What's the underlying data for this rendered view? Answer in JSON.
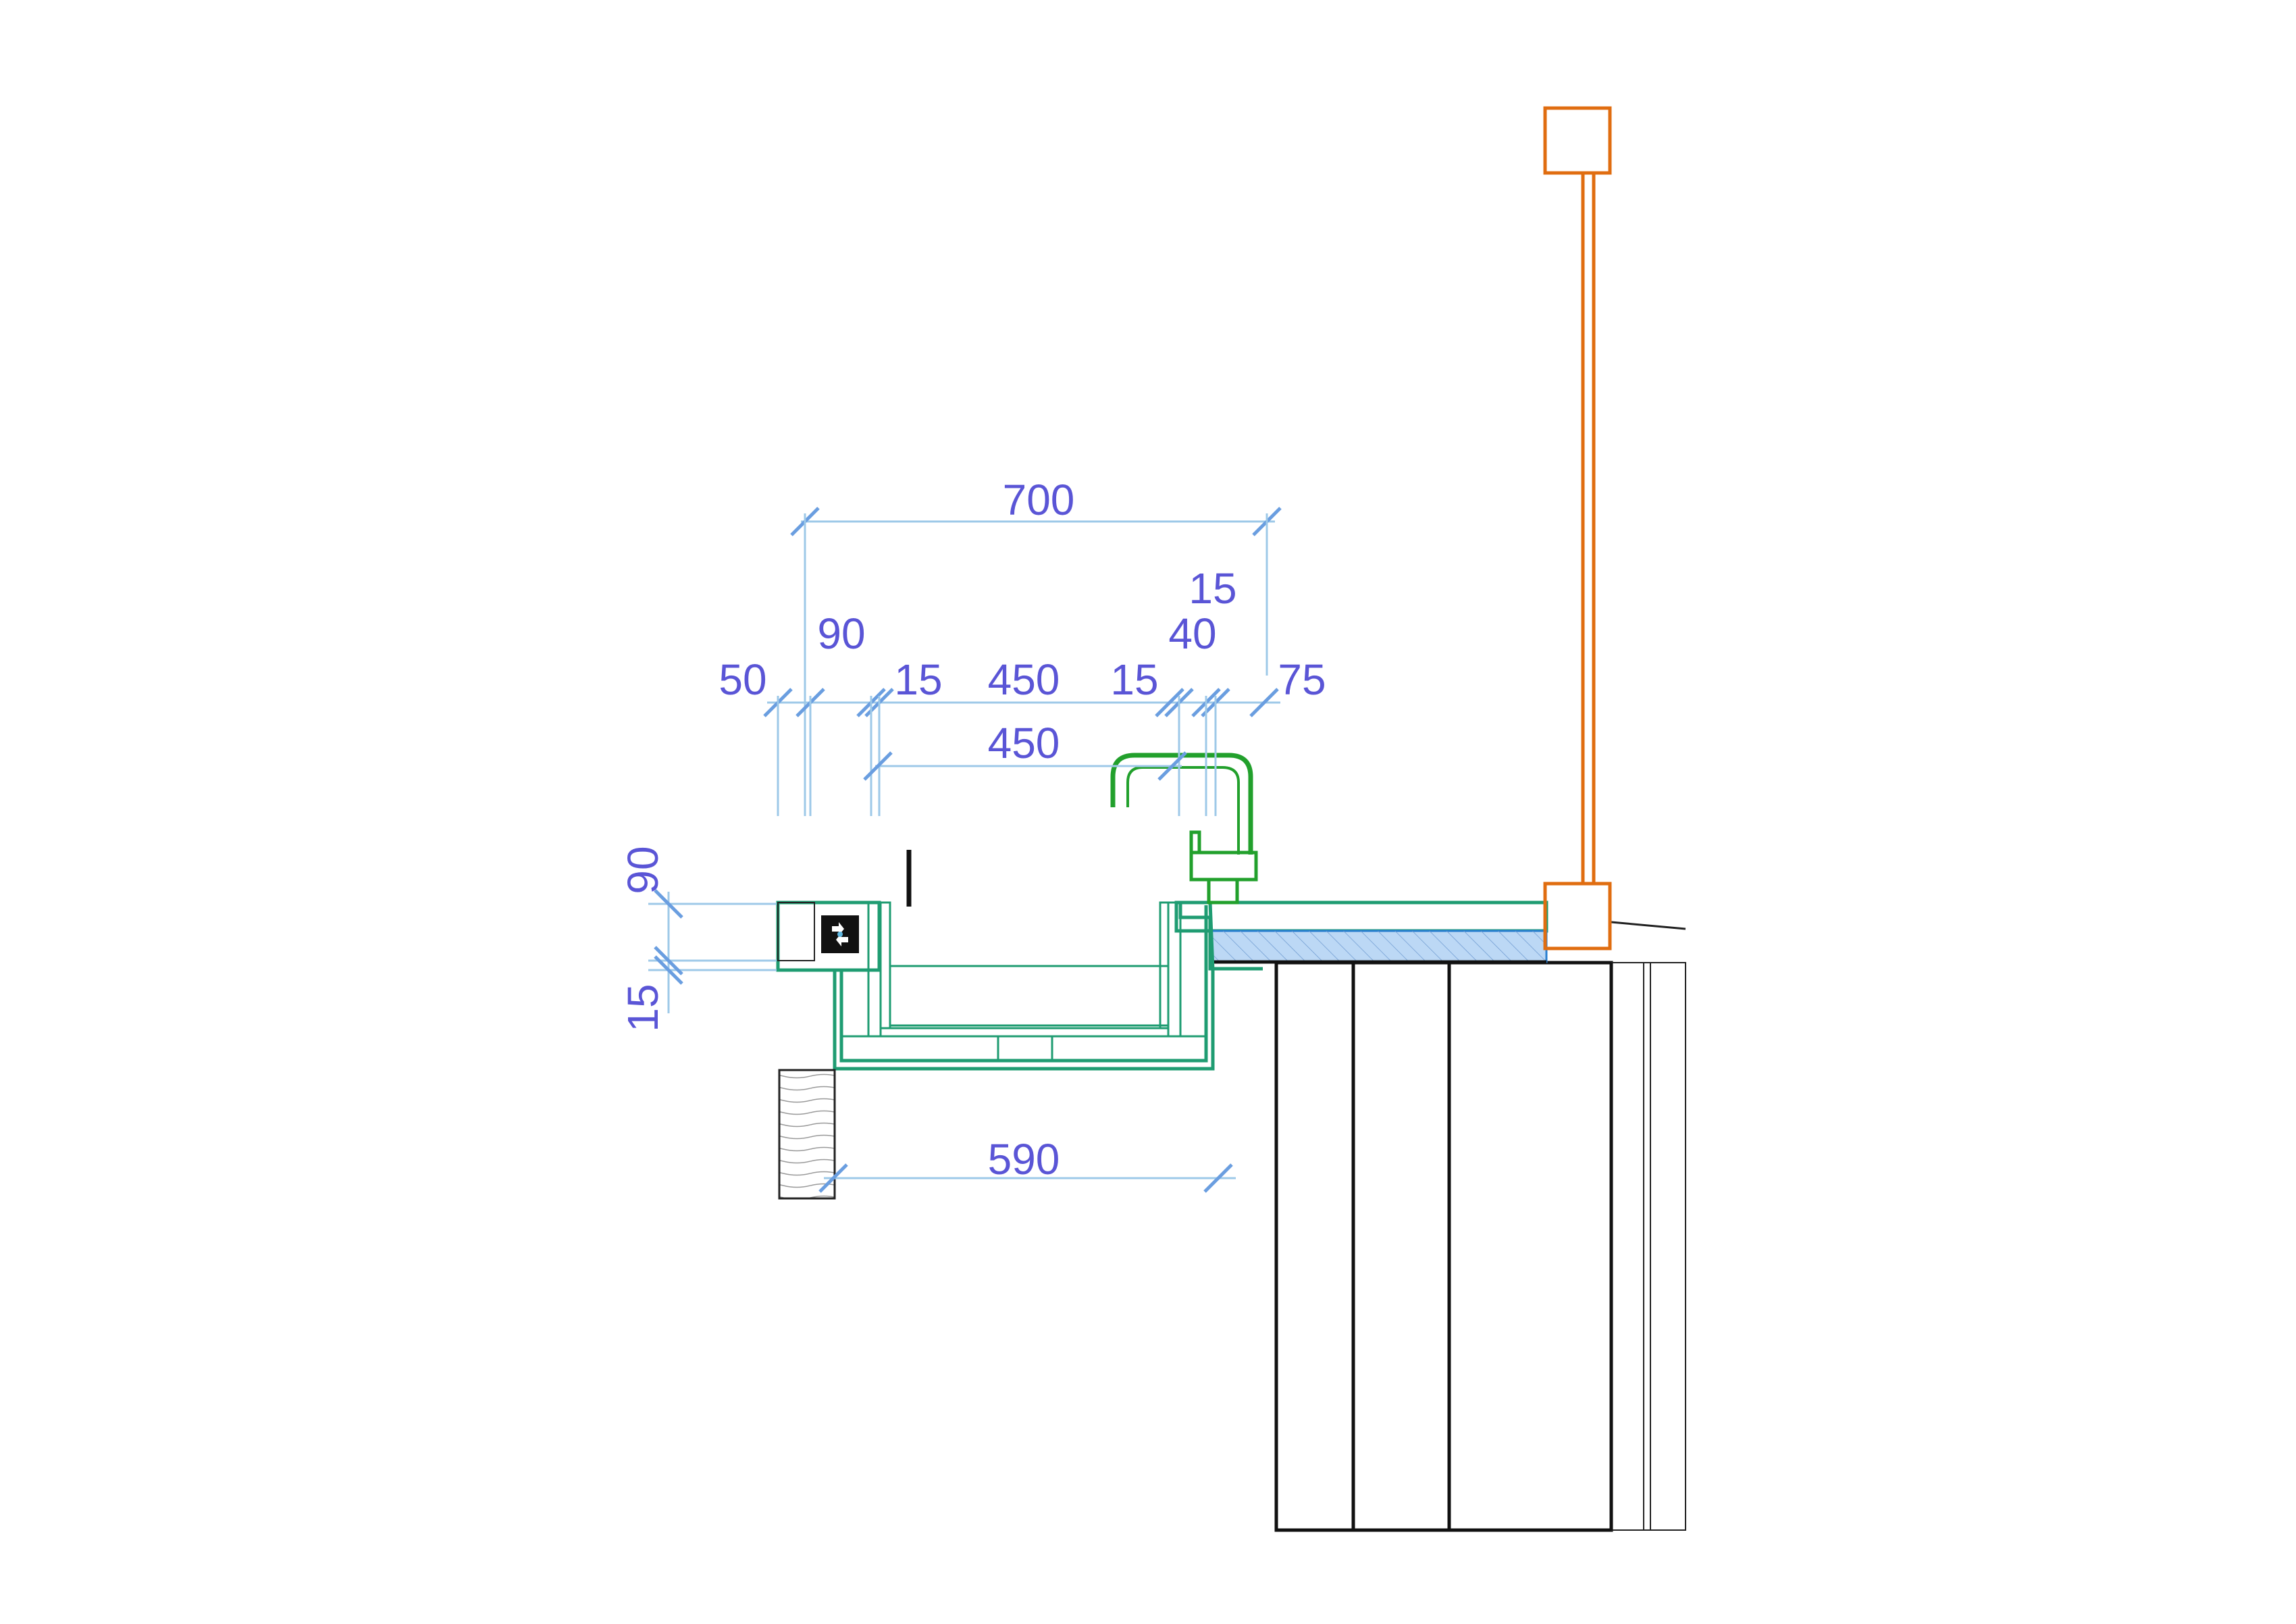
{
  "drawing": {
    "type": "section-detail",
    "subject": "sink cabinet with faucet against insulated wall",
    "dimensions": {
      "overall_width": "700",
      "top_right_small": "15",
      "left_90": "90",
      "right_40": "40",
      "left_50": "50",
      "left_15": "15",
      "middle_450": "450",
      "right_15": "15",
      "right_75": "75",
      "inner_450": "450",
      "bottom_590": "590",
      "vertical_90": "90",
      "vertical_15": "15"
    },
    "colors": {
      "dimension_text": "#5a55d6",
      "dimension_line": "#9ec9e8",
      "sink_outline": "#1f9c72",
      "faucet": "#22a02c",
      "window_frame": "#e06d10",
      "countertop_fill": "#bcd8f5",
      "wall_outline": "#111111"
    },
    "icons": [
      "sink-symbol-icon"
    ]
  }
}
